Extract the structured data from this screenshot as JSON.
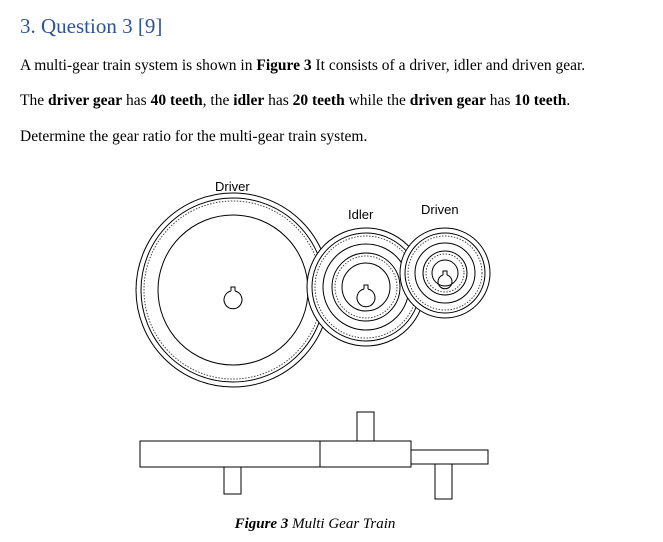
{
  "heading": {
    "number": "3.",
    "title": "Question 3 [9]"
  },
  "para1": {
    "part1": "A multi-gear train system is shown in ",
    "figure_ref": "Figure 3",
    "part2": " It consists of a driver, idler and driven gear."
  },
  "para2": {
    "t1": "The ",
    "driver_gear": "driver gear",
    "t2": " has ",
    "driver_teeth": "40 teeth",
    "t3": ", the ",
    "idler": "idler",
    "t4": " has ",
    "idler_teeth": "20 teeth",
    "t5": " while the ",
    "driven_gear": "driven gear",
    "t6": " has ",
    "driven_teeth": "10 teeth",
    "t7": "."
  },
  "para3": {
    "text": "Determine the gear ratio for the multi-gear train system."
  },
  "figure": {
    "labels": {
      "driver": "Driver",
      "idler": "Idler",
      "driven": "Driven"
    },
    "caption": {
      "number": "Figure 3",
      "title": " Multi Gear Train"
    }
  }
}
